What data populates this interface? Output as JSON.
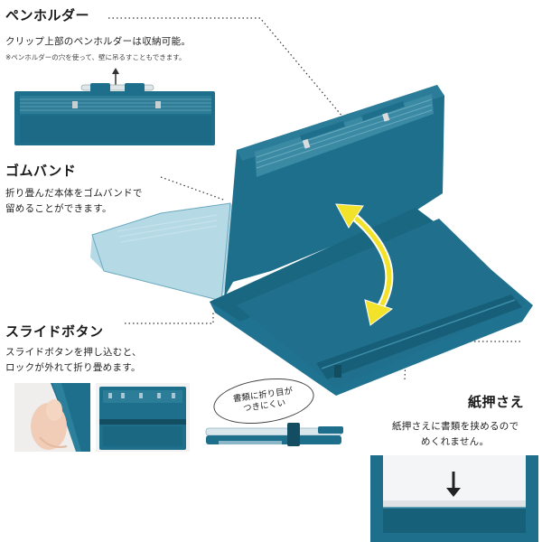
{
  "sections": {
    "pen_holder": {
      "title": "ペンホルダー",
      "desc": "クリップ上部のペンホルダーは収納可能。",
      "note": "※ペンホルダーの穴を使って、壁に吊るすこともできます。"
    },
    "rubber_band": {
      "title": "ゴムバンド",
      "desc_lines": [
        "折り畳んだ本体をゴムバンドで",
        "留めることができます。"
      ]
    },
    "slide_button": {
      "title": "スライドボタン",
      "desc_lines": [
        "スライドボタンを押し込むと、",
        "ロックが外れて折り畳めます。"
      ]
    },
    "paper_holder": {
      "title": "紙押さえ",
      "desc_lines": [
        "紙押さえに書類を挟めるので",
        "めくれません。"
      ]
    }
  },
  "bubble": {
    "lines": [
      "書類に折り目が",
      "つきにくい"
    ]
  },
  "colors": {
    "product_teal": "#1e6f8c",
    "product_dark": "#155a73",
    "product_light": "#7fb6cc",
    "arrow_yellow": "#f3e22a",
    "leader_line": "#333333"
  },
  "icons": {
    "up_arrow": "arrow-up-icon",
    "down_arrow": "arrow-down-icon",
    "rotate_arrow": "double-arrow-icon"
  }
}
